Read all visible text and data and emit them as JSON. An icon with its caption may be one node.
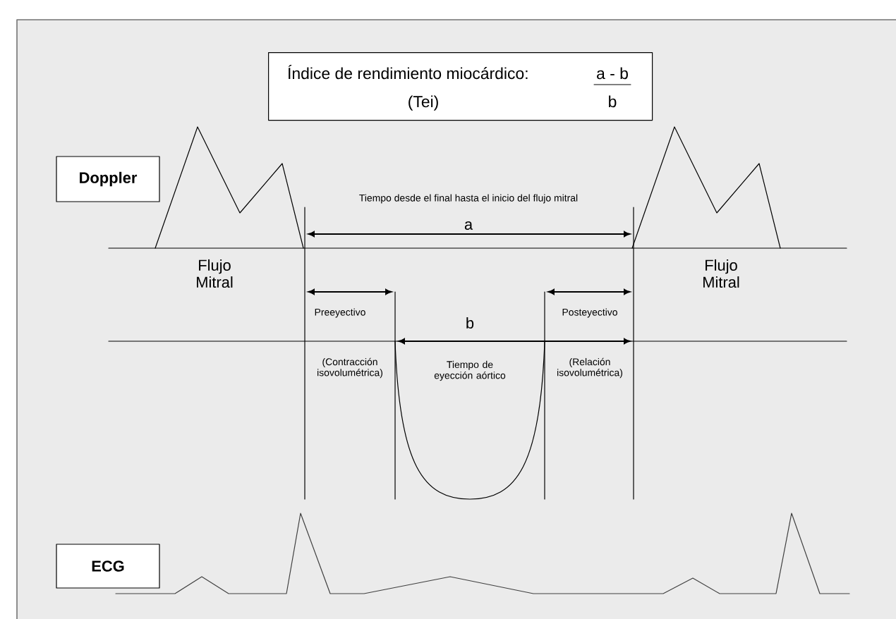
{
  "diagram": {
    "nodes": [
      {
        "text": [
          "Índice de rendimiento miocárdico:",
          "(Tei)",
          "a - b",
          "b"
        ]
      },
      {
        "text": [
          "Doppler"
        ]
      },
      {
        "text": [
          "ECG"
        ]
      }
    ],
    "labels": [
      "Tiempo desde el final hasta el inicio del flujo mitral",
      "a",
      "Flujo Mitral",
      "Flujo Mitral",
      "Preeyectivo",
      "Posteyectivo",
      "b",
      "(Contracción isovolumétrica)",
      "Tiempo de eyección aórtico",
      "(Relación isovolumétrica)"
    ]
  }
}
